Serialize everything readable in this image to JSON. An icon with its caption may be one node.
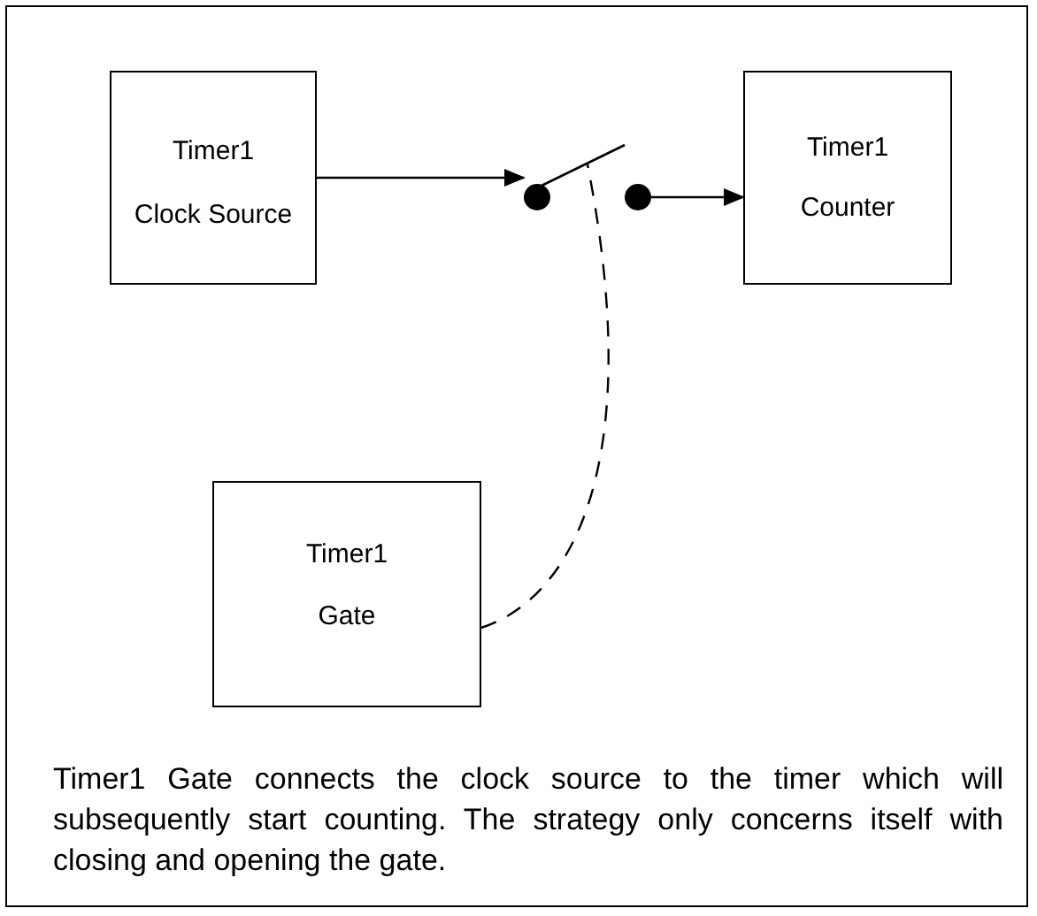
{
  "diagram": {
    "caption": "Timer1 Gate connects the clock source to the timer which will subsequently start counting. The strategy only concerns itself with closing and opening the gate.",
    "nodes": [
      {
        "text": [
          "Timer1",
          "Clock Source"
        ]
      },
      {
        "text": [
          "Timer1",
          "Counter"
        ]
      },
      {
        "text": [
          "Timer1",
          "Gate"
        ]
      },
      {
        "text": [],
        "shape": "circle"
      },
      {
        "text": [],
        "shape": "circle"
      },
      {
        "text": [],
        "shape": "switch"
      }
    ],
    "edges": [
      {
        "from": 0,
        "to": 3,
        "arrow": "to"
      },
      {
        "from": 4,
        "to": 1,
        "arrow": "to"
      },
      {
        "from": 2,
        "to": 5,
        "arrow": "none",
        "style": "dashed"
      }
    ]
  }
}
